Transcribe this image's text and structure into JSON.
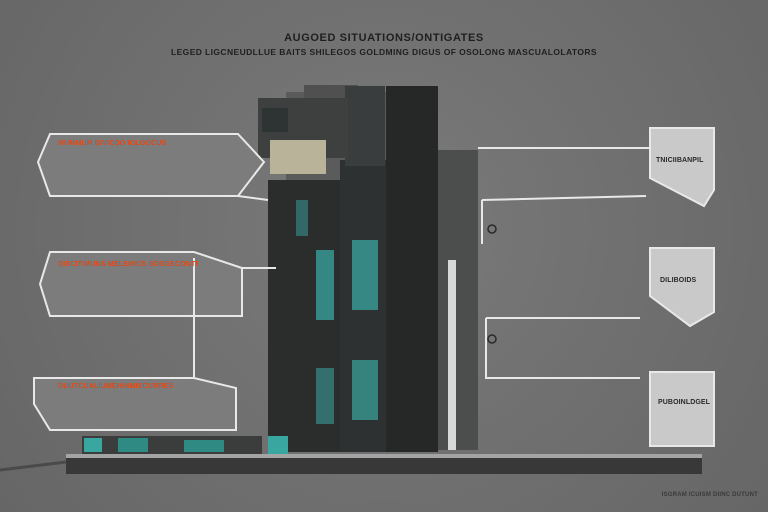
{
  "title": "AUGOED SITUATIONS/ONTIGATES",
  "subtitle": "LEGED LIGCNEUDLLUE BAITS SHILEGOS GOLDMING DIGUS OF OSOLONG MASCUALOLATORS",
  "callouts": {
    "left_top": {
      "label": "MUMMUM DIVICDO IOLGOCUS"
    },
    "left_mid": {
      "label": "DISCITIMUNS MELEMICS SONGECONTRUGS"
    },
    "left_bottom": {
      "label": "DUUTCUALIUMEHINMISCURRES"
    },
    "right_top": {
      "label": "TNICIIBANPIL"
    },
    "right_mid": {
      "label": "DILIBOIDS"
    },
    "right_bottom": {
      "label": "PUBOINLDGEL"
    }
  },
  "footer": "ISGRAM ICUISM DIINC DUTUNT",
  "colors": {
    "background": "#6e6e6e",
    "accent": "#d84b1d",
    "teal": "#3aa6a0",
    "panel": "#d6d6d6",
    "stroke": "#e8e8e8"
  }
}
